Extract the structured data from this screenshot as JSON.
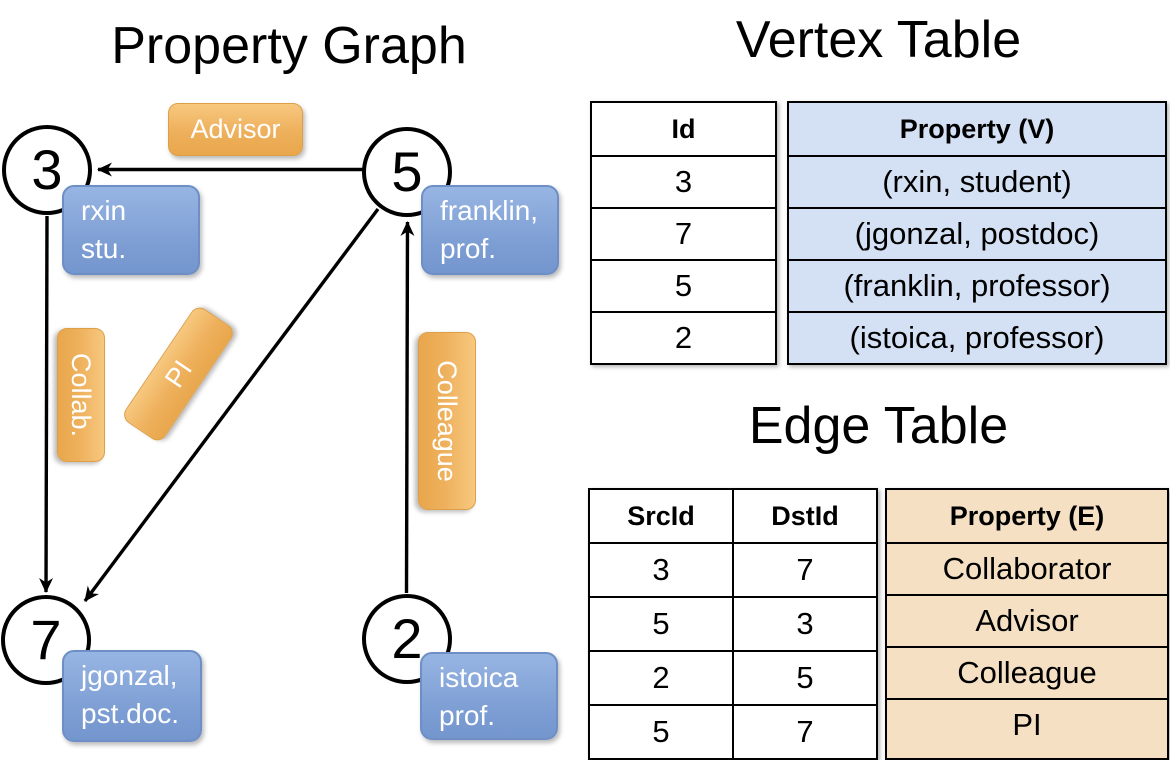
{
  "graph": {
    "title": "Property Graph",
    "nodes": [
      {
        "id": "3",
        "property": [
          "rxin",
          "stu."
        ]
      },
      {
        "id": "5",
        "property": [
          "franklin,",
          "prof."
        ]
      },
      {
        "id": "7",
        "property": [
          "jgonzal,",
          "pst.doc."
        ]
      },
      {
        "id": "2",
        "property": [
          "istoica",
          "prof."
        ]
      }
    ],
    "edges": [
      {
        "src": "5",
        "dst": "3",
        "label": "Advisor"
      },
      {
        "src": "3",
        "dst": "7",
        "label": "Collab."
      },
      {
        "src": "5",
        "dst": "7",
        "label": "PI"
      },
      {
        "src": "2",
        "dst": "5",
        "label": "Colleague"
      }
    ]
  },
  "vertex_table": {
    "title": "Vertex Table",
    "headers": {
      "id": "Id",
      "property": "Property (V)"
    },
    "rows": [
      {
        "id": "3",
        "property": "(rxin, student)"
      },
      {
        "id": "7",
        "property": "(jgonzal, postdoc)"
      },
      {
        "id": "5",
        "property": "(franklin, professor)"
      },
      {
        "id": "2",
        "property": "(istoica, professor)"
      }
    ]
  },
  "edge_table": {
    "title": "Edge Table",
    "headers": {
      "src": "SrcId",
      "dst": "DstId",
      "property": "Property (E)"
    },
    "rows": [
      {
        "src": "3",
        "dst": "7",
        "property": "Collaborator"
      },
      {
        "src": "5",
        "dst": "3",
        "property": "Advisor"
      },
      {
        "src": "2",
        "dst": "5",
        "property": "Colleague"
      },
      {
        "src": "5",
        "dst": "7",
        "property": "PI"
      }
    ]
  },
  "colors": {
    "edge_label_fill_top": "#f7c87f",
    "edge_label_fill_bottom": "#e9a74c",
    "vertex_label_fill_top": "#97b5e3",
    "vertex_label_fill_bottom": "#7496ce",
    "vertex_table_property_bg": "#d4e0f3",
    "edge_table_property_bg": "#f5e0c3",
    "line_color": "#000000"
  }
}
